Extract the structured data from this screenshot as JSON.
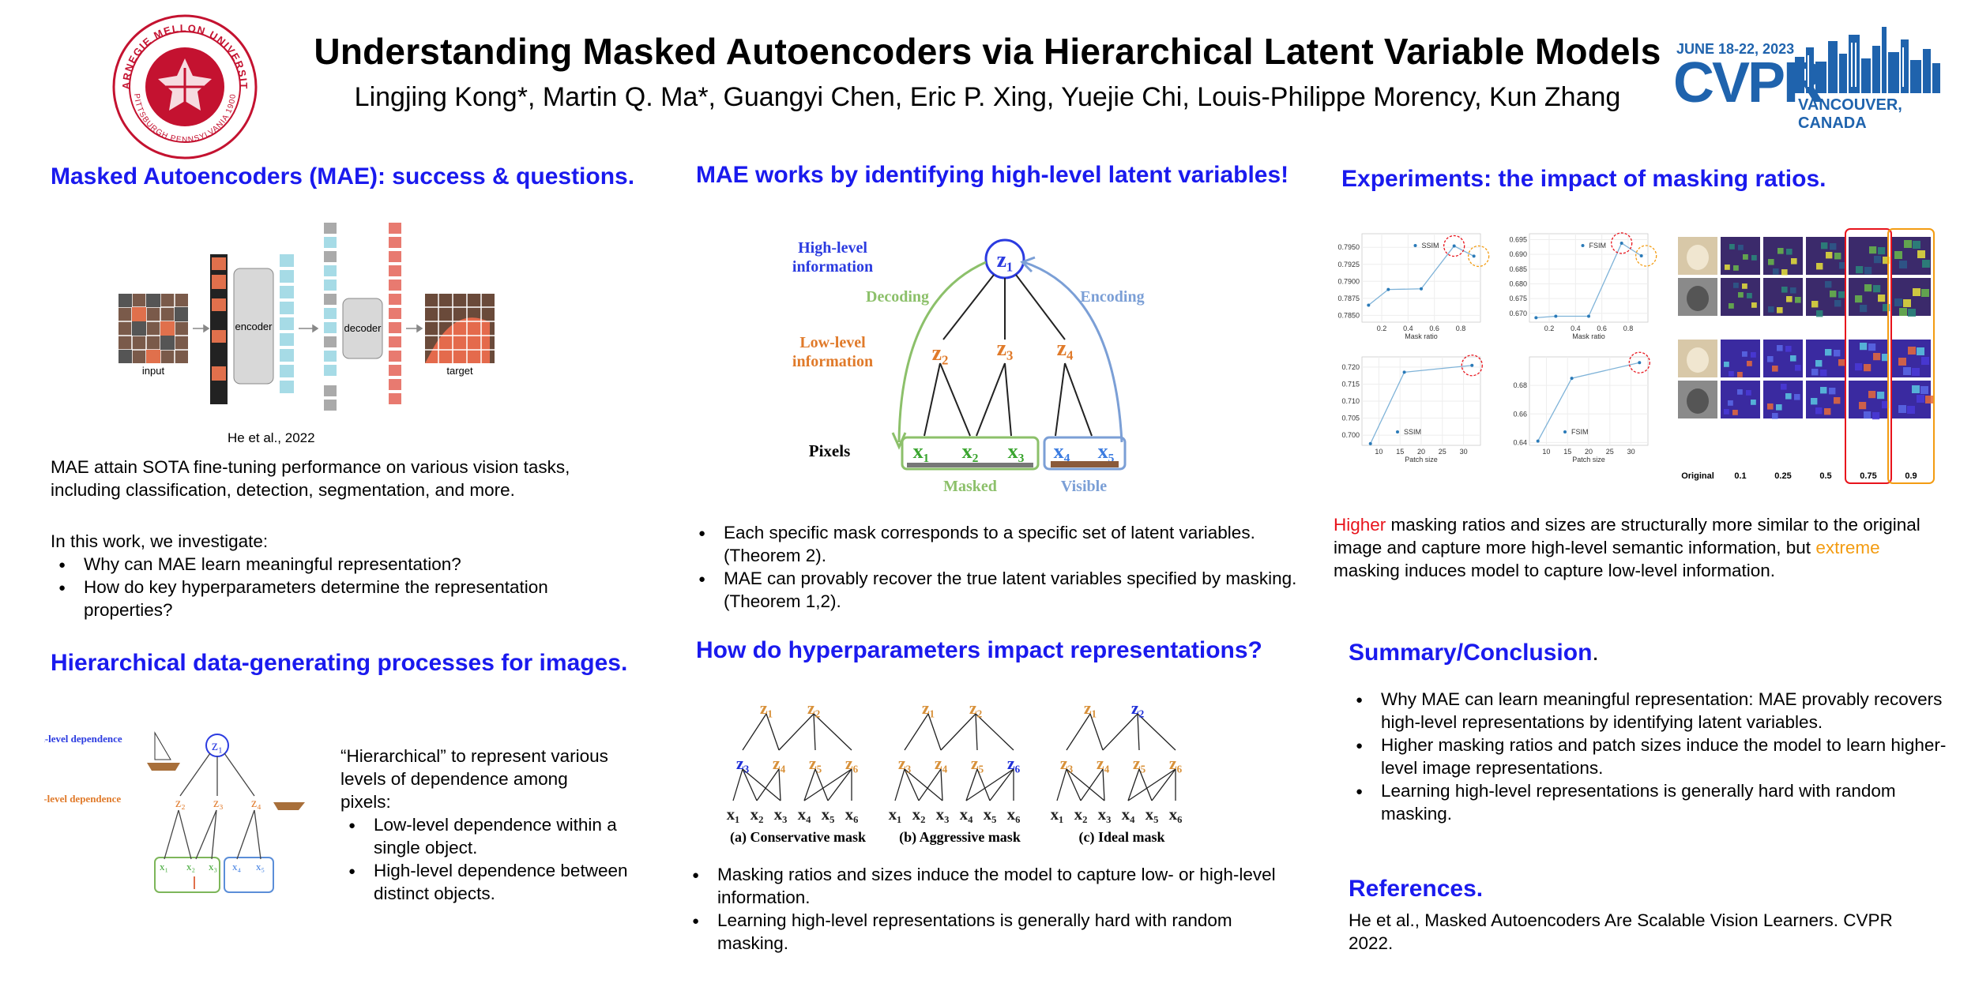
{
  "header": {
    "title": "Understanding Masked Autoencoders via Hierarchical Latent Variable Models",
    "authors": "Lingjing Kong*, Martin Q. Ma*, Guangyi Chen, Eric P. Xing, Yuejie Chi, Louis-Philippe Morency, Kun Zhang",
    "cmu_logo_text": "CARNEGIE MELLON UNIVERSITY",
    "cmu_logo_text_bottom": "PITTSBURGH PENNSYLVANIA 1900",
    "cvpr_dates": "JUNE 18-22, 2023",
    "cvpr_name": "CVPR",
    "cvpr_location": "VANCOUVER, CANADA",
    "colors": {
      "section": "#1a1aee",
      "cmu_red": "#c41230",
      "cvpr_blue": "#1f63ad"
    }
  },
  "col1": {
    "sec1_title": "Masked Autoencoders (MAE): success & questions.",
    "fig1": {
      "input": "input",
      "encoder": "encoder",
      "decoder": "decoder",
      "target": "target",
      "caption": "He et al., 2022"
    },
    "p1": "MAE attain SOTA fine-tuning performance on various vision tasks, including classification, detection, segmentation, and more.",
    "p2": "In this work, we investigate:",
    "bullets": [
      "Why can MAE learn meaningful representation?",
      "How do key hyperparameters determine the representation properties?"
    ],
    "sec2_title": "Hierarchical data-generating processes for images.",
    "fig2": {
      "high": "High-level dependence",
      "low": "Low-level dependence"
    },
    "p3": "“Hierarchical” to represent various levels of dependence among pixels:",
    "bullets2": [
      "Low-level dependence within a single object.",
      "High-level dependence between distinct objects."
    ]
  },
  "col2": {
    "sec1_title": "MAE works by identifying high-level latent variables!",
    "fig": {
      "high": "High-level information",
      "low": "Low-level information",
      "pixels": "Pixels",
      "decoding": "Decoding",
      "encoding": "Encoding",
      "masked": "Masked",
      "visible": "Visible"
    },
    "bullets": [
      "Each specific mask corresponds to a specific set of latent variables. (Theorem 2).",
      "MAE can provably recover the true latent variables specified by masking. (Theorem 1,2)."
    ],
    "sec2_title": "How do hyperparameters impact representations?",
    "captions": [
      "(a) Conservative mask",
      "(b) Aggressive mask",
      "(c) Ideal mask"
    ],
    "bullets2": [
      "Masking ratios and sizes induce the model to capture low- or high-level information.",
      "Learning high-level representations is generally hard with random masking."
    ]
  },
  "col3": {
    "sec1_title": "Experiments: the impact of masking ratios.",
    "p_high": "Higher",
    "p_mid": " masking ratios and sizes are structurally more similar to the original image and capture more high-level semantic information, but ",
    "p_extreme": "extreme",
    "p_end": " masking induces model to capture low-level information.",
    "highlight_colors": {
      "higher": "#e8141c",
      "extreme": "#f39c12"
    },
    "grid_labels": [
      "Original",
      "0.1",
      "0.25",
      "0.5",
      "0.75",
      "0.9"
    ],
    "sec2_title": "Summary/Conclusion",
    "sec2_dot": ".",
    "bullets": [
      "Why MAE can learn meaningful representation: MAE provably recovers high-level representations by identifying latent variables.",
      "Higher masking ratios and patch sizes induce the model to learn higher-level image representations.",
      "Learning high-level representations is generally hard with random masking."
    ],
    "sec3_title": "References.",
    "ref": "He et al., Masked Autoencoders Are Scalable Vision Learners. CVPR 2022."
  },
  "chart_data": [
    {
      "type": "line",
      "ylabel": "",
      "xlabel": "Mask ratio",
      "series": [
        {
          "name": "SSIM",
          "x": [
            0.1,
            0.25,
            0.5,
            0.75,
            0.9
          ],
          "y": [
            0.7865,
            0.7888,
            0.7889,
            0.7952,
            0.7937
          ]
        }
      ],
      "yticks": [
        "0.7850",
        "0.7875",
        "0.7900",
        "0.7925",
        "0.7950"
      ],
      "xticks": [
        "0.2",
        "0.4",
        "0.6",
        "0.8"
      ],
      "ylim": [
        0.784,
        0.797
      ]
    },
    {
      "type": "line",
      "ylabel": "",
      "xlabel": "Mask ratio",
      "series": [
        {
          "name": "FSIM",
          "x": [
            0.1,
            0.25,
            0.5,
            0.75,
            0.9
          ],
          "y": [
            0.6685,
            0.669,
            0.669,
            0.6938,
            0.6895
          ]
        }
      ],
      "yticks": [
        "0.670",
        "0.675",
        "0.680",
        "0.685",
        "0.690",
        "0.695"
      ],
      "xticks": [
        "0.2",
        "0.4",
        "0.6",
        "0.8"
      ],
      "ylim": [
        0.667,
        0.697
      ]
    },
    {
      "type": "line",
      "ylabel": "",
      "xlabel": "Patch size",
      "series": [
        {
          "name": "SSIM",
          "x": [
            8,
            16,
            32
          ],
          "y": [
            0.6975,
            0.7185,
            0.7205
          ]
        }
      ],
      "yticks": [
        "0.700",
        "0.705",
        "0.710",
        "0.715",
        "0.720"
      ],
      "xticks": [
        "10",
        "15",
        "20",
        "25",
        "30"
      ],
      "ylim": [
        0.697,
        0.723
      ]
    },
    {
      "type": "line",
      "ylabel": "",
      "xlabel": "Patch size",
      "series": [
        {
          "name": "FSIM",
          "x": [
            8,
            16,
            32
          ],
          "y": [
            0.641,
            0.685,
            0.696
          ]
        }
      ],
      "yticks": [
        "0.64",
        "0.66",
        "0.68"
      ],
      "xticks": [
        "10",
        "15",
        "20",
        "25",
        "30"
      ],
      "ylim": [
        0.638,
        0.7
      ]
    }
  ]
}
